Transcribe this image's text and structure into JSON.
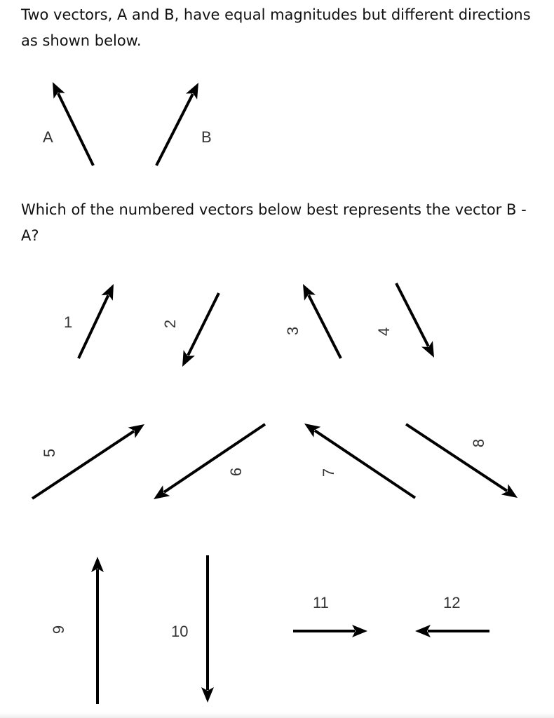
{
  "question": {
    "intro": "Two vectors, A and B, have equal magnitudes but different directions as shown below.",
    "prompt": "Which of the numbered vectors below best represents the vector B - A?"
  },
  "given_vectors": [
    {
      "label": "A",
      "direction": "up-left"
    },
    {
      "label": "B",
      "direction": "up-right"
    }
  ],
  "answer_vectors": [
    {
      "label": "1",
      "direction": "up-right"
    },
    {
      "label": "2",
      "direction": "down-left"
    },
    {
      "label": "3",
      "direction": "up-left"
    },
    {
      "label": "4",
      "direction": "down-right"
    },
    {
      "label": "5",
      "direction": "up-right"
    },
    {
      "label": "6",
      "direction": "down-left"
    },
    {
      "label": "7",
      "direction": "up-left"
    },
    {
      "label": "8",
      "direction": "down-right"
    },
    {
      "label": "9",
      "direction": "up"
    },
    {
      "label": "10",
      "direction": "down"
    },
    {
      "label": "11",
      "direction": "right"
    },
    {
      "label": "12",
      "direction": "left"
    }
  ],
  "colors": {
    "text": "#111111",
    "arrow": "#000000",
    "label": "#333333"
  }
}
